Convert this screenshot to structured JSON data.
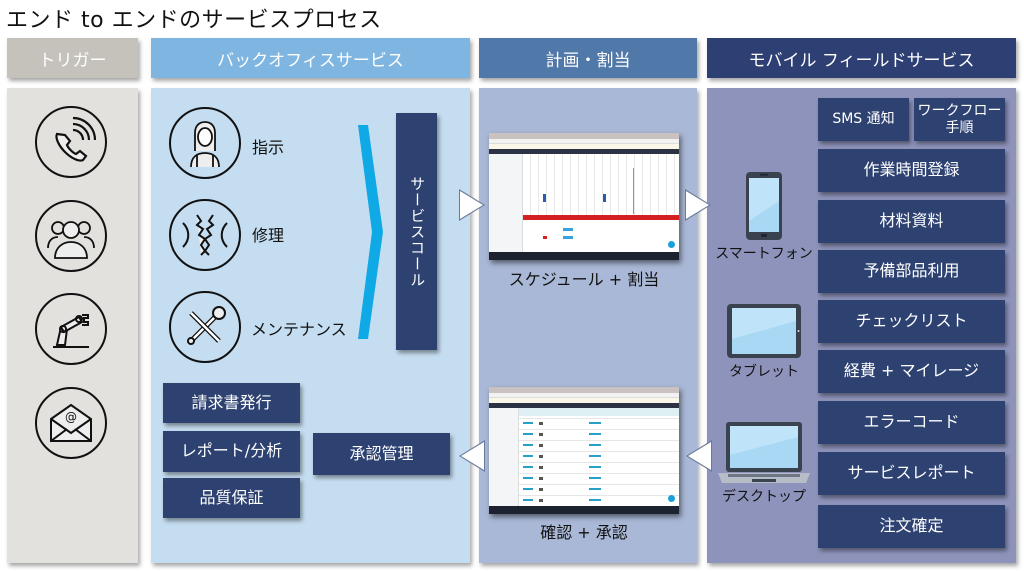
{
  "title": "エンド to エンドのサービスプロセス",
  "colors": {
    "trigger_header": "#c4c2bb",
    "trigger_body": "#e2e1de",
    "backoffice_header": "#7fb6e1",
    "backoffice_body": "#c5ddf0",
    "planning_header": "#5078a8",
    "planning_body": "#a9b8d6",
    "mobile_header": "#2e3f73",
    "mobile_body": "#8e93bb",
    "box_fill": "#2e4272",
    "chevron": "#0fa9e6"
  },
  "columns": {
    "trigger": {
      "header": "トリガー",
      "icons": [
        "phone-call-icon",
        "people-group-icon",
        "robot-arm-icon",
        "email-icon"
      ]
    },
    "backoffice": {
      "header": "バックオフィスサービス",
      "items": [
        {
          "label": "指示",
          "icon": "call-center-agent-icon"
        },
        {
          "label": "修理",
          "icon": "broken-gear-icon"
        },
        {
          "label": "メンテナンス",
          "icon": "tools-icon"
        }
      ],
      "service_call": "サービスコール",
      "boxes": [
        "請求書発行",
        "レポート/分析",
        "品質保証"
      ],
      "approval": "承認管理"
    },
    "planning": {
      "header": "計画・割当",
      "top_caption": "スケジュール + 割当",
      "bottom_caption": "確認 + 承認"
    },
    "mobile": {
      "header": "モバイル フィールドサービス",
      "devices": [
        {
          "label": "スマートフォン",
          "icon": "smartphone-icon"
        },
        {
          "label": "タブレット",
          "icon": "tablet-icon"
        },
        {
          "label": "デスクトップ",
          "icon": "laptop-icon"
        }
      ],
      "top_small": [
        "SMS 通知",
        "ワークフロー\n手順"
      ],
      "features": [
        "作業時間登録",
        "材料資料",
        "予備部品利用",
        "チェックリスト",
        "経費 + マイレージ",
        "エラーコード",
        "サービスレポート",
        "注文確定"
      ]
    }
  }
}
